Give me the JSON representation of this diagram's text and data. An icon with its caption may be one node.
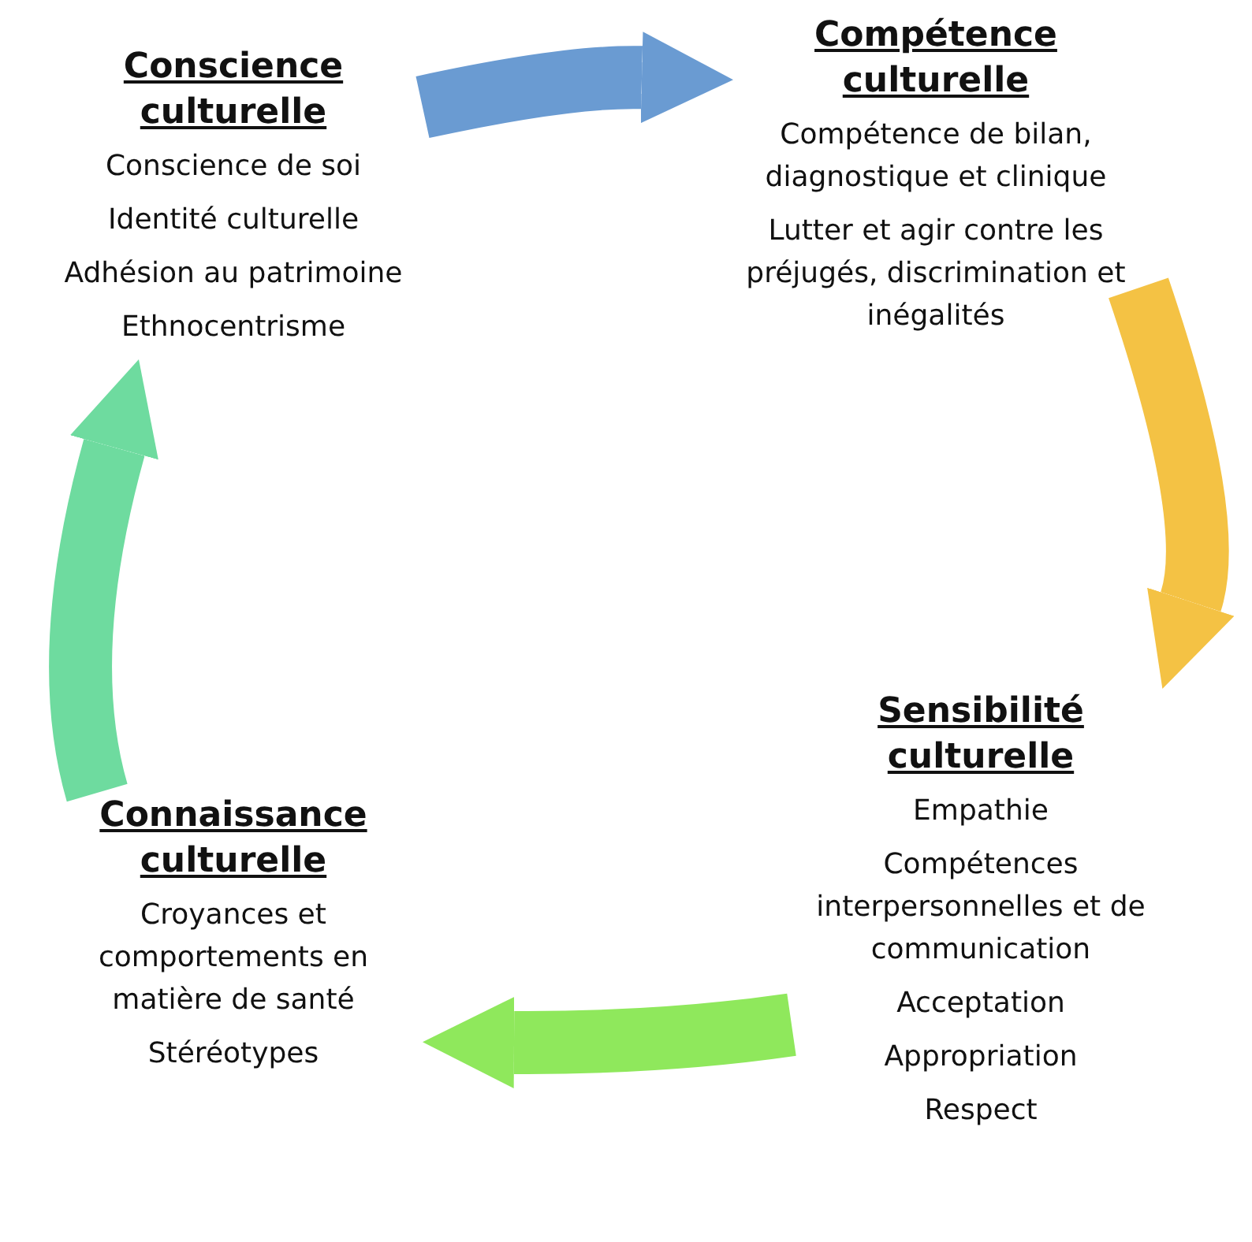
{
  "diagram": {
    "nodes": [
      {
        "text": [
          "Conscience culturelle",
          "Conscience de soi",
          "Identité culturelle",
          "Adhésion au patrimoine",
          "Ethnocentrisme"
        ]
      },
      {
        "text": [
          "Compétence culturelle",
          "Compétence de bilan, diagnostique et clinique",
          "Lutter et agir contre les préjugés, discrimination et inégalités"
        ]
      },
      {
        "text": [
          "Sensibilité culturelle",
          "Empathie",
          "Compétences interpersonnelles et de communication",
          "Acceptation",
          "Appropriation",
          "Respect"
        ]
      },
      {
        "text": [
          "Connaissance culturelle",
          "Croyances et comportements en matière de santé",
          "Stéréotypes"
        ]
      }
    ],
    "edges": [
      {
        "from": 0,
        "to": 1,
        "arrow": "to",
        "color": "#6a9bd2"
      },
      {
        "from": 1,
        "to": 2,
        "arrow": "to",
        "color": "#f4c244"
      },
      {
        "from": 2,
        "to": 3,
        "arrow": "to",
        "color": "#8fe85c"
      },
      {
        "from": 3,
        "to": 0,
        "arrow": "to",
        "color": "#6edb9f"
      }
    ]
  }
}
